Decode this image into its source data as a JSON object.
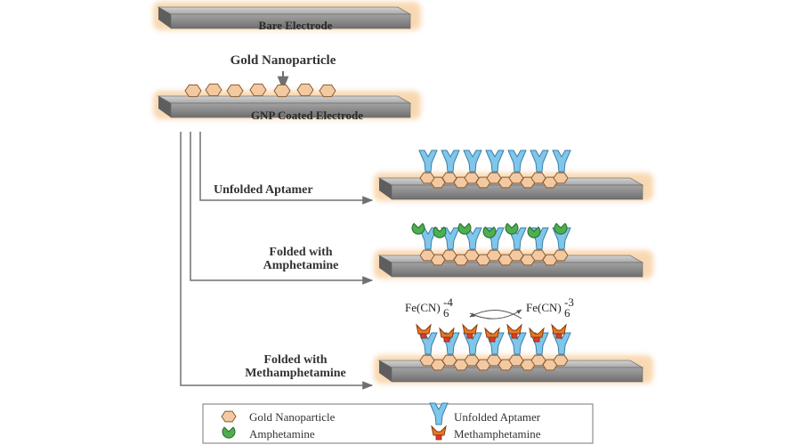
{
  "colors": {
    "electrode_face": "#8c8c8c",
    "electrode_top": "#b9b9b9",
    "electrode_glow": "#f5c48a",
    "gold_nanoparticle": "#f3c9a2",
    "aptamer": "#7fc6ea",
    "amphetamine": "#4caf50",
    "methamphetamine": "#e87820",
    "arrow": "#707070"
  },
  "steps": {
    "bare_electrode": "Bare Electrode",
    "gold_nanoparticle": "Gold Nanoparticle",
    "gnp_coated_electrode": "GNP Coated Electrode"
  },
  "branches": {
    "unfolded_aptamer": "Unfolded Aptamer",
    "folded_amphetamine_line1": "Folded with",
    "folded_amphetamine_line2": "Amphetamine",
    "folded_methamphetamine_line1": "Folded with",
    "folded_methamphetamine_line2": "Methamphetamine"
  },
  "redox": {
    "left_base": "Fe(CN)",
    "left_sub": "6",
    "left_sup": "-4",
    "right_base": "Fe(CN)",
    "right_sub": "6",
    "right_sup": "-3"
  },
  "legend": {
    "gold_nanoparticle": "Gold Nanoparticle",
    "amphetamine": "Amphetamine",
    "unfolded_aptamer": "Unfolded Aptamer",
    "methamphetamine": "Methamphetamine"
  }
}
